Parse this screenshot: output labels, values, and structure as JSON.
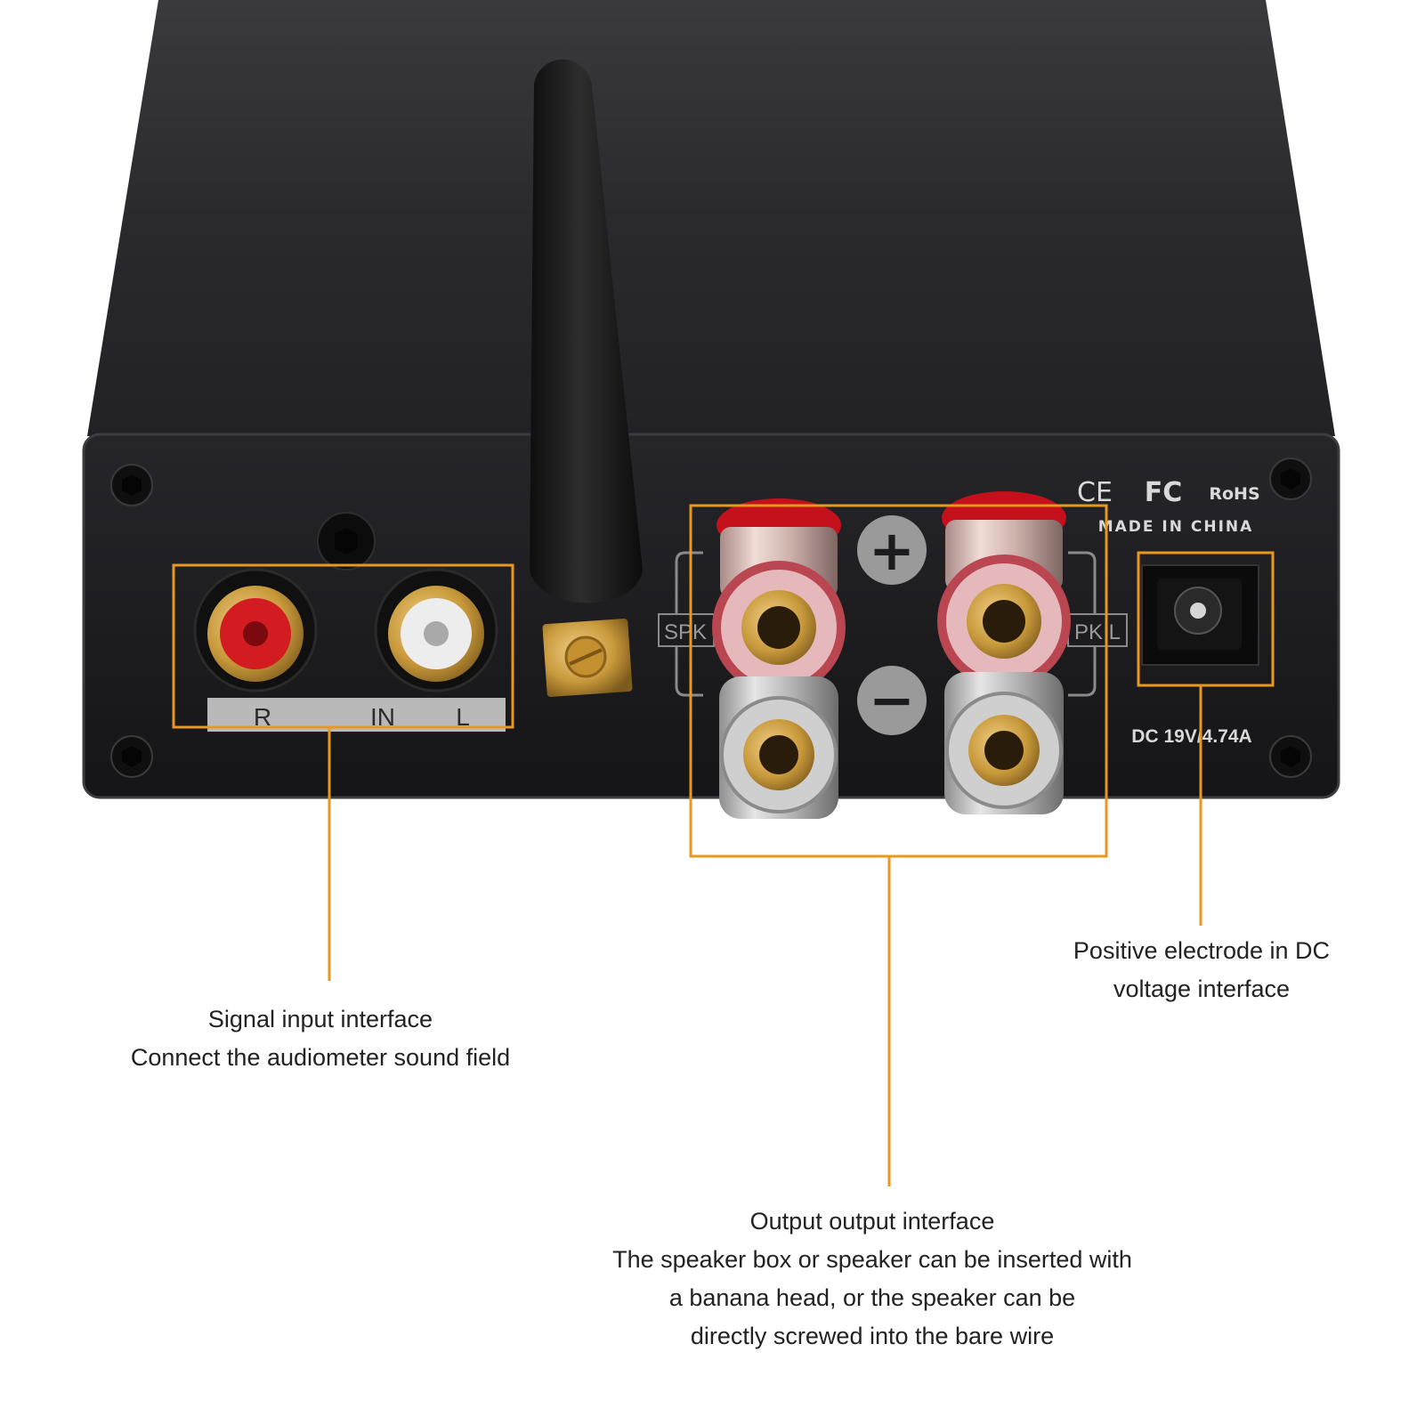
{
  "colors": {
    "background": "#ffffff",
    "chassis": "#1c1c1e",
    "chassis_top": "#232326",
    "highlight_box": "#e8971f",
    "leader_line": "#e8971f",
    "label_text": "#222222",
    "print_text": "#d9d9d9",
    "red_cap": "#c8101a",
    "gold": "#c89a3a"
  },
  "panel": {
    "input_label": {
      "r": "R",
      "in": "IN",
      "l": "L"
    },
    "spk_left": "SPK",
    "spk_right": "PK L",
    "plus_symbol": "+",
    "minus_symbol": "−",
    "cert_ce": "CE",
    "cert_fc": "FC",
    "cert_rohs": "RoHS",
    "made_in": "MADE IN CHINA",
    "dc_rating": "DC 19V/4.74A"
  },
  "callouts": {
    "signal_input": [
      "Signal input interface",
      "Connect the audiometer sound field"
    ],
    "dc_input": [
      "Positive electrode in DC",
      "voltage interface"
    ],
    "output": [
      "Output output interface",
      "The speaker box or speaker can be inserted with",
      "a banana head, or the speaker can be",
      "directly screwed into the bare wire"
    ]
  },
  "icons": {
    "antenna": "antenna-icon",
    "rca_red": "rca-jack-red-icon",
    "rca_white": "rca-jack-white-icon",
    "binding_post": "binding-post-icon",
    "dc_jack": "dc-jack-icon",
    "screw": "hex-screw-icon"
  }
}
